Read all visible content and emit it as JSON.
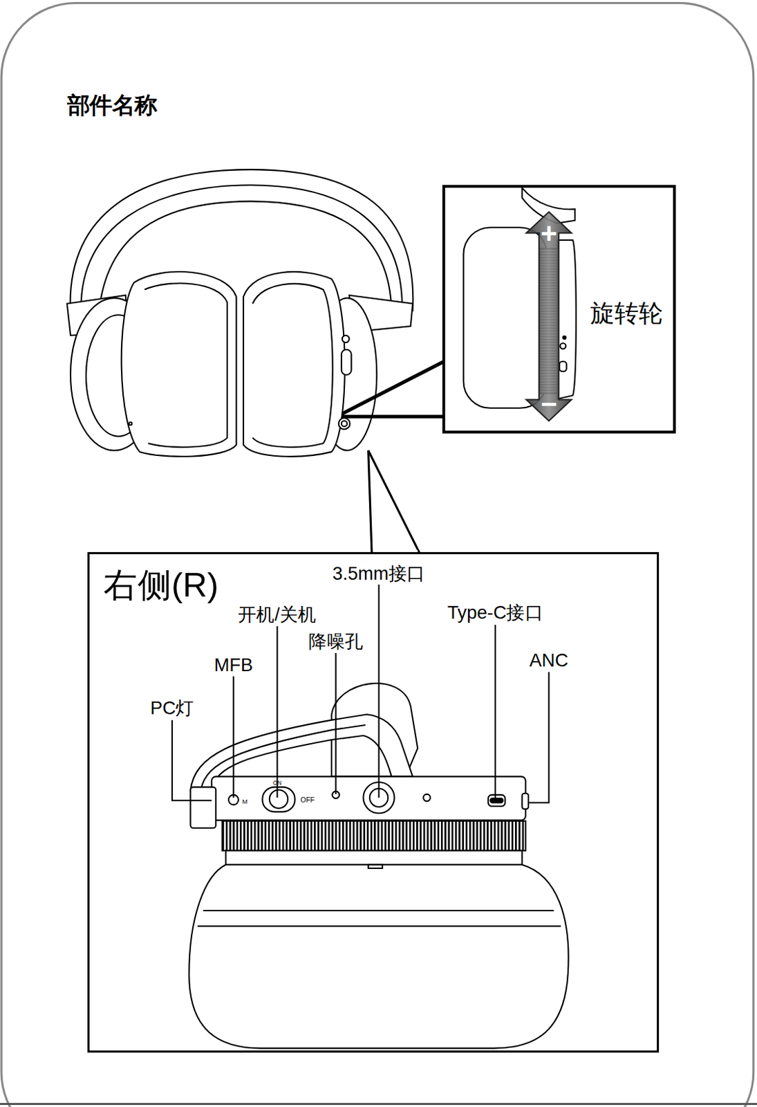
{
  "diagram": {
    "title": "部件名称",
    "nodes": [
      {
        "text": [
          "旋转轮"
        ]
      },
      {
        "text": [
          "右侧(R)"
        ]
      }
    ],
    "labels": [
      "+",
      "−",
      "3.5mm接口",
      "开机/关机",
      "降噪孔",
      "MFB",
      "PC灯",
      "Type-C接口",
      "ANC",
      "M",
      "ON",
      "OFF"
    ]
  }
}
